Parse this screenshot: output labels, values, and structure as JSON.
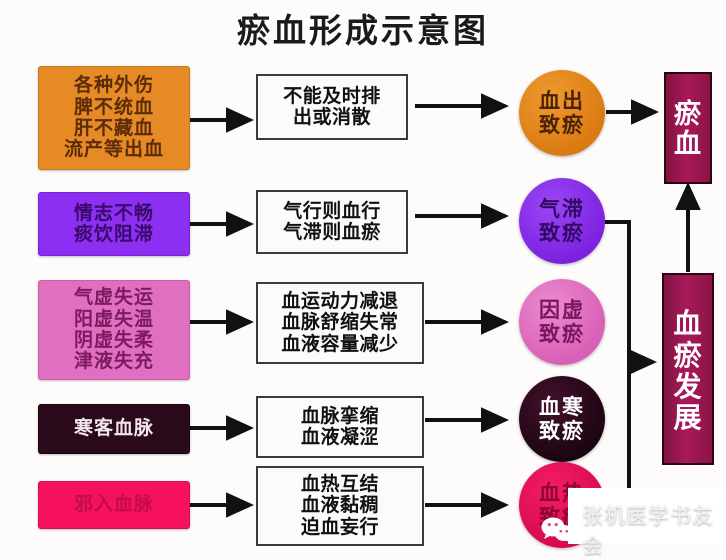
{
  "title": "瘀血形成示意图",
  "causes": [
    {
      "id": "cause-1",
      "lines": [
        "各种外伤",
        "脾不统血",
        "肝不藏血",
        "流产等出血"
      ],
      "color": "#e58a25"
    },
    {
      "id": "cause-2",
      "lines": [
        "情志不畅",
        "痰饮阻滞"
      ],
      "color": "#8d2ff0"
    },
    {
      "id": "cause-3",
      "lines": [
        "气虚失运",
        "阳虚失温",
        "阴虚失柔",
        "津液失充"
      ],
      "color": "#e06fc0"
    },
    {
      "id": "cause-4",
      "lines": [
        "寒客血脉"
      ],
      "color": "#2b0a1c"
    },
    {
      "id": "cause-5",
      "lines": [
        "邪入血脉"
      ],
      "color": "#f5115e"
    }
  ],
  "mechanisms": [
    {
      "id": "mech-1",
      "lines": [
        "不能及时排",
        "出或消散"
      ]
    },
    {
      "id": "mech-2",
      "lines": [
        "气行则血行",
        "气滞则血瘀"
      ]
    },
    {
      "id": "mech-3",
      "lines": [
        "血运动力减退",
        "血脉舒缩失常",
        "血液容量减少"
      ]
    },
    {
      "id": "mech-4",
      "lines": [
        "血脉挛缩",
        "血液凝涩"
      ]
    },
    {
      "id": "mech-5",
      "lines": [
        "血热互结",
        "血液黏稠",
        "迫血妄行"
      ]
    }
  ],
  "results": [
    {
      "id": "result-1",
      "lines": [
        "血出",
        "致瘀"
      ],
      "color": "#e58a25"
    },
    {
      "id": "result-2",
      "lines": [
        "气滞",
        "致瘀"
      ],
      "color": "#8d2ff0"
    },
    {
      "id": "result-3",
      "lines": [
        "因虚",
        "致瘀"
      ],
      "color": "#e06fc0"
    },
    {
      "id": "result-4",
      "lines": [
        "血寒",
        "致瘀"
      ],
      "color": "#2b0a1c"
    },
    {
      "id": "result-5",
      "lines": [
        "血热",
        "致瘀"
      ],
      "color": "#f5115e"
    }
  ],
  "outcomes": [
    {
      "id": "outcome-yuxue",
      "lines": [
        "瘀",
        "血"
      ],
      "color": "#a9185a"
    },
    {
      "id": "outcome-development",
      "lines": [
        "血",
        "瘀",
        "发",
        "展"
      ],
      "color": "#a9185a"
    }
  ],
  "watermark": {
    "text": "张机医学书友会",
    "logo": "wechat-icon"
  }
}
